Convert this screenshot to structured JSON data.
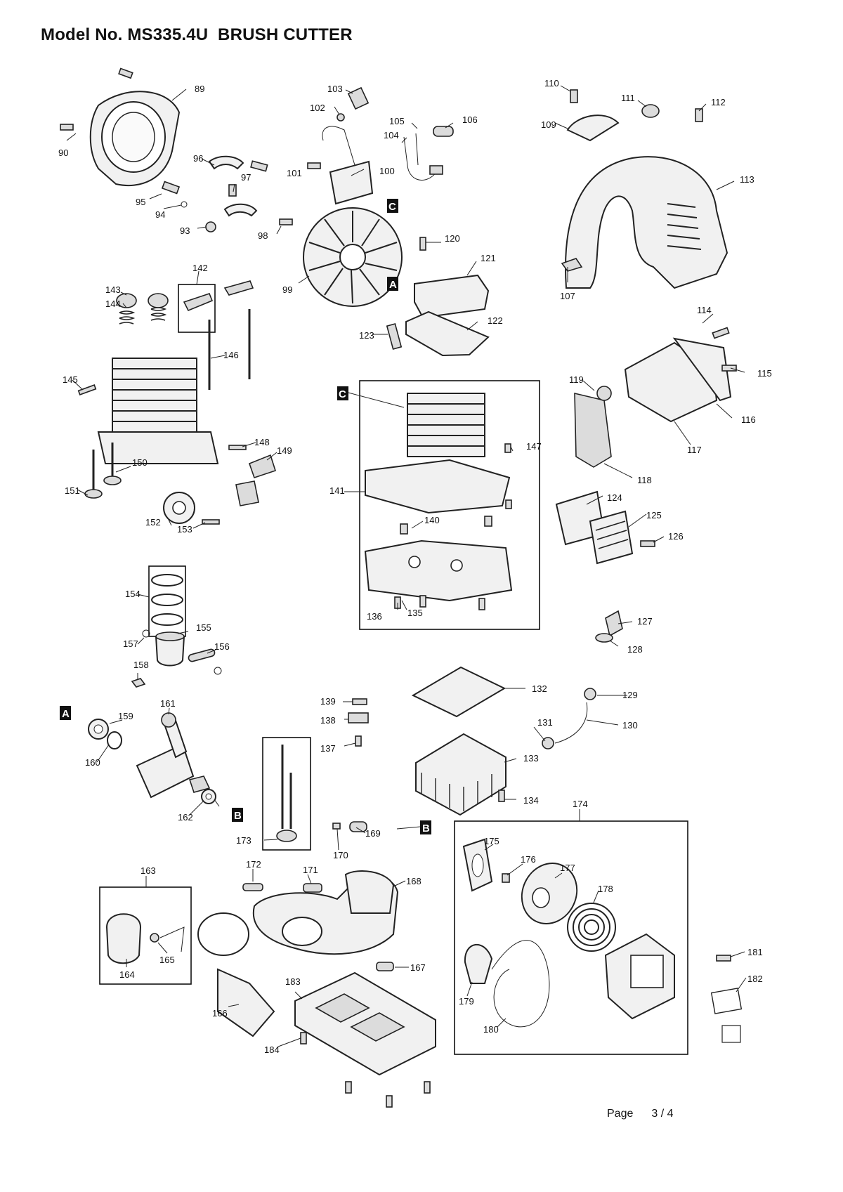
{
  "header": {
    "title": "Model No. MS335.4U  BRUSH CUTTER"
  },
  "footer": {
    "page_label": "Page",
    "page_value": "3 / 4"
  },
  "ref_marks": [
    "A",
    "B",
    "C"
  ],
  "part_numbers": [
    "89",
    "90",
    "93",
    "94",
    "95",
    "96",
    "97",
    "98",
    "99",
    "100",
    "101",
    "102",
    "103",
    "104",
    "105",
    "106",
    "107",
    "109",
    "110",
    "111",
    "112",
    "113",
    "114",
    "115",
    "116",
    "117",
    "118",
    "119",
    "120",
    "121",
    "122",
    "123",
    "124",
    "125",
    "126",
    "127",
    "128",
    "129",
    "130",
    "131",
    "132",
    "133",
    "134",
    "135",
    "136",
    "137",
    "138",
    "139",
    "140",
    "141",
    "142",
    "143",
    "144",
    "145",
    "146",
    "147",
    "148",
    "149",
    "150",
    "151",
    "152",
    "153",
    "154",
    "155",
    "156",
    "157",
    "158",
    "159",
    "160",
    "161",
    "162",
    "163",
    "164",
    "165",
    "166",
    "167",
    "168",
    "169",
    "170",
    "171",
    "172",
    "173",
    "174",
    "175",
    "176",
    "177",
    "178",
    "179",
    "180",
    "181",
    "182",
    "183",
    "184"
  ]
}
